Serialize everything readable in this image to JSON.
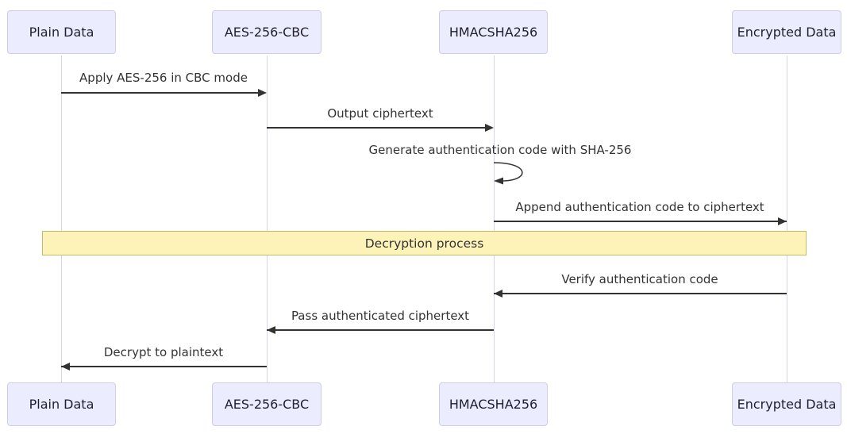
{
  "diagram": {
    "type": "sequence-diagram",
    "topic": "AES-256-CBC encryption with HMACSHA256 authentication",
    "colors": {
      "actor_fill": "#ececff",
      "actor_border": "#cfccea",
      "lifeline": "#d8d4ea",
      "arrow": "#333333",
      "message_text": "#333333",
      "band_fill": "#fdf3b9",
      "band_border": "#bdbd6e",
      "background": "#ffffff"
    },
    "actors": [
      {
        "label": "Plain Data"
      },
      {
        "label": "AES-256-CBC"
      },
      {
        "label": "HMACSHA256"
      },
      {
        "label": "Encrypted Data"
      }
    ],
    "messages": [
      {
        "from": "Plain Data",
        "to": "AES-256-CBC",
        "direction": "right",
        "label": "Apply AES-256 in CBC mode"
      },
      {
        "from": "AES-256-CBC",
        "to": "HMACSHA256",
        "direction": "right",
        "label": "Output ciphertext"
      },
      {
        "from": "HMACSHA256",
        "to": "HMACSHA256",
        "direction": "self",
        "label": "Generate authentication code with SHA-256"
      },
      {
        "from": "HMACSHA256",
        "to": "Encrypted Data",
        "direction": "right",
        "label": "Append authentication code to ciphertext"
      },
      {
        "from": "Encrypted Data",
        "to": "HMACSHA256",
        "direction": "left",
        "label": "Verify authentication code"
      },
      {
        "from": "HMACSHA256",
        "to": "AES-256-CBC",
        "direction": "left",
        "label": "Pass authenticated ciphertext"
      },
      {
        "from": "AES-256-CBC",
        "to": "Plain Data",
        "direction": "left",
        "label": "Decrypt to plaintext"
      }
    ],
    "band": {
      "label": "Decryption process"
    }
  }
}
